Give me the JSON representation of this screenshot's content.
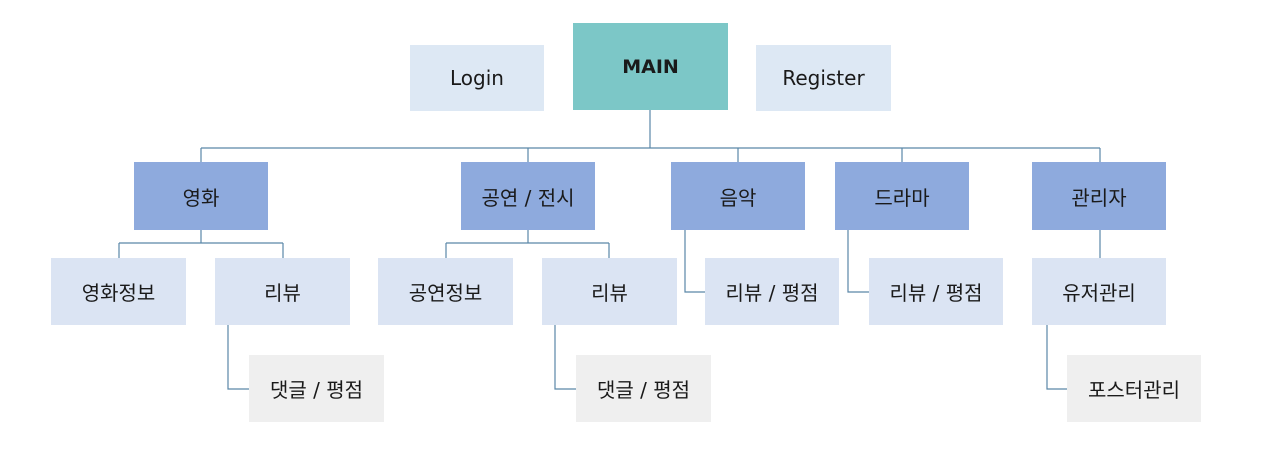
{
  "colors": {
    "main": "#7cc7c7",
    "side": "#dde8f4",
    "category": "#8eaadd",
    "sub": "#dbe4f3",
    "leaf": "#efefef",
    "connector": "#5a87a8"
  },
  "top": {
    "main": "MAIN",
    "login": "Login",
    "register": "Register"
  },
  "categories": {
    "movie": {
      "label": "영화",
      "info": "영화정보",
      "review": "리뷰",
      "comment": "댓글 / 평점"
    },
    "show": {
      "label": "공연 / 전시",
      "info": "공연정보",
      "review": "리뷰",
      "comment": "댓글 / 평점"
    },
    "music": {
      "label": "음악",
      "review": "리뷰 / 평점"
    },
    "drama": {
      "label": "드라마",
      "review": "리뷰 / 평점"
    },
    "admin": {
      "label": "관리자",
      "users": "유저관리",
      "posters": "포스터관리"
    }
  }
}
